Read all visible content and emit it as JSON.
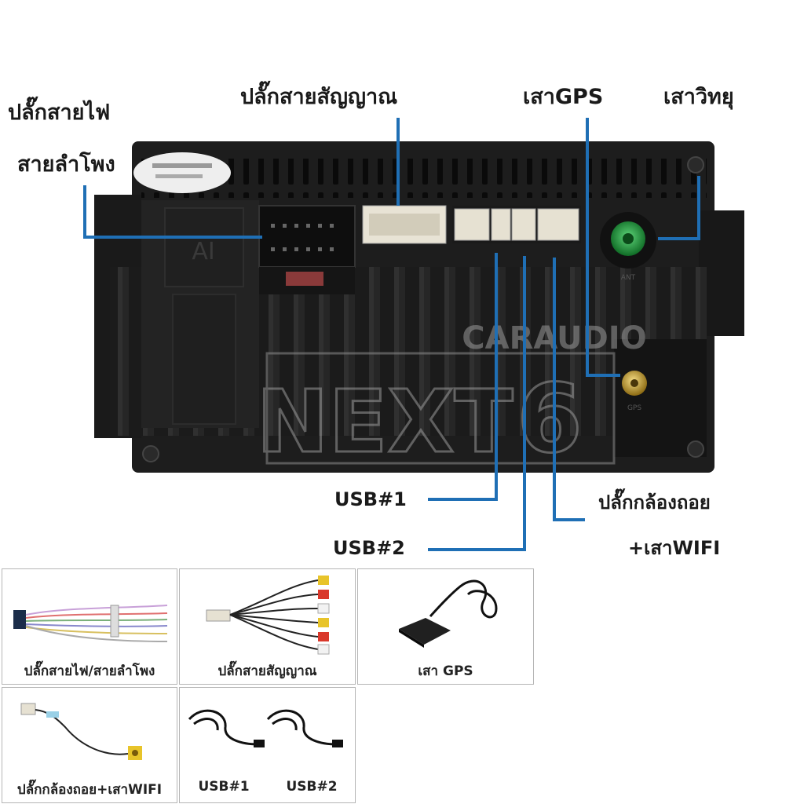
{
  "labels": {
    "power_plug": "ปลั๊กสายไฟ",
    "speaker_wire": "สายลำโพง",
    "signal_plug": "ปลั๊กสายสัญญาณ",
    "gps_antenna": "เสาGPS",
    "radio_antenna": "เสาวิทยุ",
    "usb1": "USB#1",
    "usb2": "USB#2",
    "rear_camera_plug": "ปลั๊กกล้องถอย",
    "wifi_antenna": "+เสาWIFI"
  },
  "unit": {
    "logo": "AI",
    "watermark_top": "CARAUDIO",
    "watermark_main": "NEXT",
    "watermark_digit": "6",
    "ant_port_label": "ANT",
    "gps_port_label": "GPS"
  },
  "accessories": [
    {
      "caption": "ปลั๊กสายไฟ/สายลำโพง"
    },
    {
      "caption": "ปลั๊กสายสัญญาณ"
    },
    {
      "caption": "เสา GPS"
    },
    {
      "caption": "ปลั๊กกล้องถอย+เสาWIFI"
    },
    {
      "caption_usb1": "USB#1",
      "caption_usb2": "USB#2"
    }
  ],
  "colors": {
    "leader_line": "#1f6fb5",
    "chassis": "#1c1c1c",
    "antenna_green": "#1f9a3a",
    "gps_gold": "#c9a227"
  }
}
